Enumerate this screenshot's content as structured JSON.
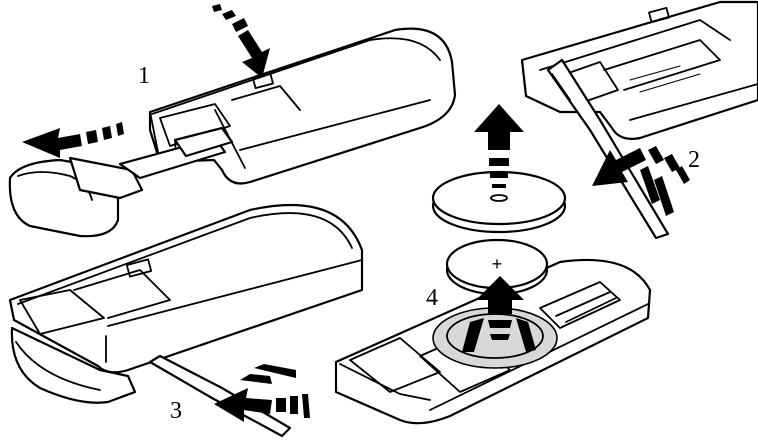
{
  "steps": [
    {
      "number": "1"
    },
    {
      "number": "2"
    },
    {
      "number": "3"
    },
    {
      "number": "4"
    }
  ],
  "battery_mark": "+",
  "icons": [
    "key-fob-icon",
    "emergency-key-icon",
    "screwdriver-icon",
    "coin-battery-icon",
    "battery-cover-icon",
    "motion-arrow-icon"
  ],
  "colors": {
    "line": "#000000",
    "background": "#ffffff"
  }
}
